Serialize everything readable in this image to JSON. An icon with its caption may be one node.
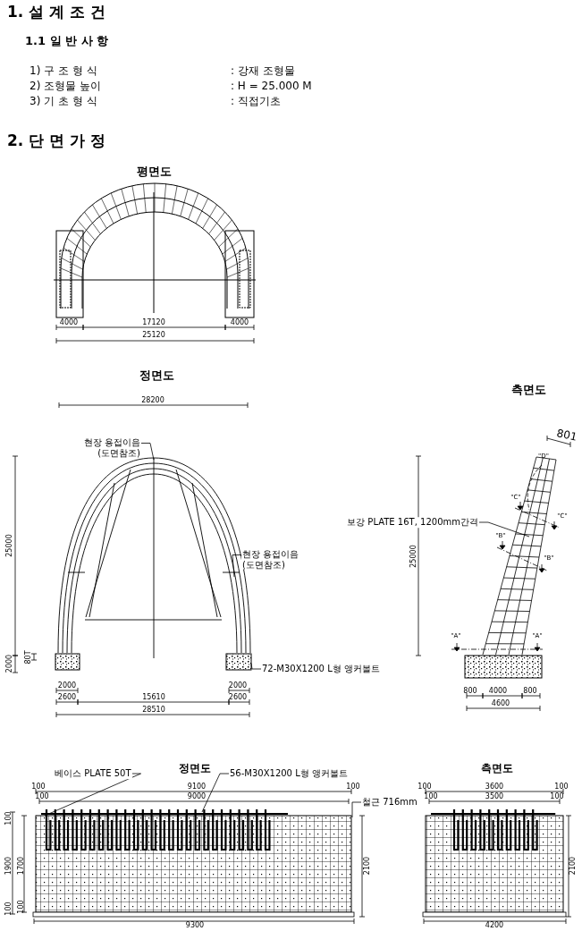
{
  "diagram": {
    "nodes": [
      {
        "text": [
          "현장 용접이음",
          "(도면참조)"
        ]
      },
      {
        "text": [
          "현장 용접이음",
          "(도면참조)"
        ]
      },
      {
        "text": [
          "72-M30X1200 L형 앵커볼트"
        ]
      },
      {
        "text": [
          "보강 PLATE 16T, 1200mm간격"
        ]
      },
      {
        "text": [
          "베이스 PLATE 50T"
        ]
      },
      {
        "text": [
          "56-M30X1200 L형 앵커볼트"
        ]
      },
      {
        "text": [
          "철근 716mm"
        ]
      },
      {
        "text": [],
        "shape": "picture"
      },
      {
        "text": [],
        "shape": "box"
      },
      {
        "text": [],
        "shape": "box"
      },
      {
        "text": [],
        "shape": "picture"
      },
      {
        "text": [],
        "shape": "box"
      },
      {
        "text": [],
        "shape": "box"
      },
      {
        "text": [],
        "shape": "box"
      }
    ],
    "edges": [
      {
        "from": 0,
        "to": 7,
        "arrow": "none"
      },
      {
        "from": 1,
        "to": 7,
        "arrow": "none"
      },
      {
        "from": 2,
        "to": 9,
        "arrow": "none"
      },
      {
        "from": 3,
        "to": 10,
        "arrow": "none"
      },
      {
        "from": 4,
        "to": 12,
        "arrow": "none"
      },
      {
        "from": 5,
        "to": 12,
        "arrow": "none"
      },
      {
        "from": 6,
        "to": 12,
        "arrow": "none"
      }
    ],
    "labels": [
      "1. 설 계 조 건",
      "1.1 일 반 사 항",
      "1) 구 조 형 식",
      ": 강재 조형물",
      "2) 조형물 높이",
      ": H = 25.000 M",
      "3) 기 초 형 식",
      ": 직접기초",
      "2. 단 면 가 정",
      "평면도",
      "4000",
      "17120",
      "4000",
      "25120",
      "정면도",
      "28200",
      "25000",
      "80T",
      "2000",
      "2000",
      "2000",
      "2600",
      "15610",
      "2600",
      "28510",
      "측면도",
      "801",
      "\"D\"",
      "\"C\"",
      "\"C\"",
      "\"B\"",
      "\"B\"",
      "\"A\"",
      "\"A\"",
      "25000",
      "800",
      "4000",
      "800",
      "4600",
      "정면도",
      "100",
      "9100",
      "100",
      "100",
      "9000",
      "100",
      "1900",
      "1700",
      "100",
      "100",
      "2100",
      "9300",
      "측면도",
      "100",
      "3600",
      "100",
      "100",
      "3500",
      "100",
      "2100",
      "4200"
    ]
  }
}
